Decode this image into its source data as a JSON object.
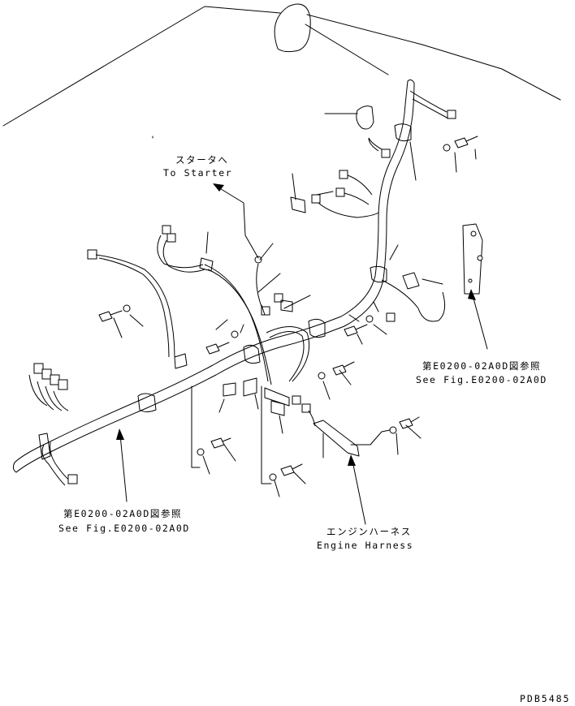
{
  "labels": {
    "starter_jp": "スタータへ",
    "starter_en": "To Starter",
    "ref_right_jp": "第E0200-02A0D図参照",
    "ref_right_en": "See Fig.E0200-02A0D",
    "ref_left_jp": "第E0200-02A0D図参照",
    "ref_left_en": "See Fig.E0200-02A0D",
    "engine_jp": "エンジンハーネス",
    "engine_en": "Engine Harness",
    "drawing_no": "PDB5485"
  }
}
